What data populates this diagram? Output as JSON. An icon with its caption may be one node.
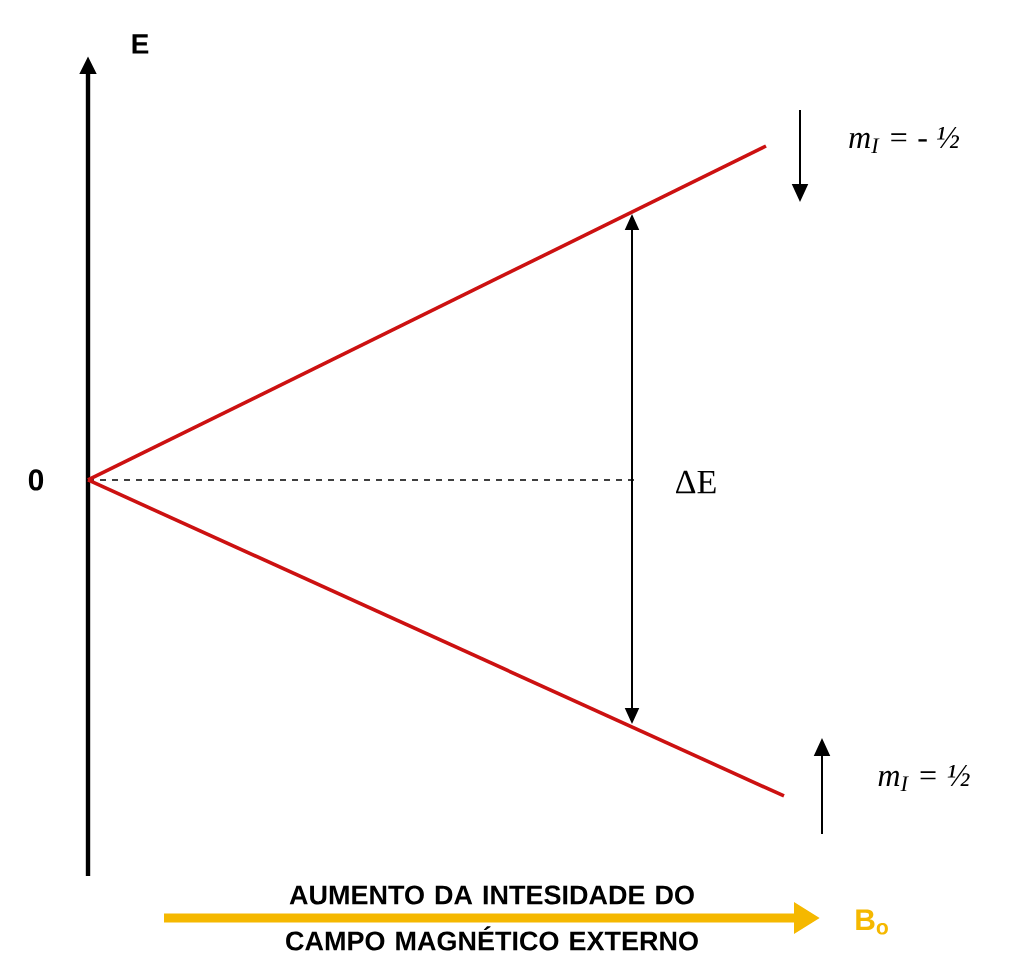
{
  "diagram": {
    "labels": [
      "E",
      "0",
      "m$_{I}$ = - ½",
      "ΔE",
      "m$_{I}$ = ½",
      "AUMENTO DA INTESIDADE DO CAMPO MAGNÉTICO EXTERNO",
      "B$_{o}$"
    ]
  }
}
